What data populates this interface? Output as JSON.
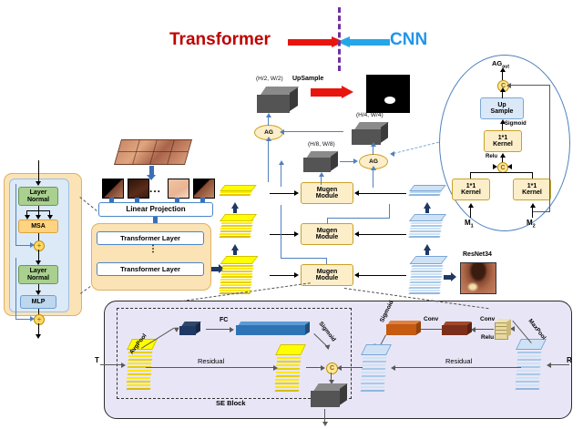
{
  "figure": {
    "title": "Transformer-CNN hybrid segmentation architecture",
    "header": {
      "transformer_label": "Transformer",
      "cnn_label": "CNN",
      "transformer_color": "#c00000",
      "cnn_color": "#2196e8",
      "divider_color": "#7030a0"
    },
    "transformer_detail": {
      "blocks": [
        {
          "label": "Layer\nNormal",
          "label_line1": "Layer",
          "label_line2": "Normal",
          "color": "#a9d08e"
        },
        {
          "label": "MSA",
          "color": "#ffd37f"
        },
        {
          "label": "Layer\nNormal",
          "label_line1": "Layer",
          "label_line2": "Normal",
          "color": "#a9d08e"
        },
        {
          "label": "MLP",
          "color": "#bdd7ee"
        }
      ],
      "residual_symbol": "+"
    },
    "encoder": {
      "linear_projection": "Linear Projection",
      "transformer_layer_1": "Transformer Layer",
      "transformer_layer_2": "Transformer Layer",
      "vertical_dots": "⋮",
      "patch_dots": "..."
    },
    "decoder": {
      "upsample_label": "UpSample",
      "dim_h2_w2": "(H/2, W/2)",
      "dim_h4_w4": "(H/4, W/4)",
      "dim_h8_w8": "(H/8, W/8)",
      "ag_label": "AG",
      "mugen_label_line1": "Mugen",
      "mugen_label_line2": "Module"
    },
    "ag_detail": {
      "output_label": "AG",
      "output_subscript": "out",
      "upsample_line1": "Up",
      "upsample_line2": "Sample",
      "sigmoid": "Sigmoid",
      "kernel_line1": "1*1",
      "kernel_line2": "Kernel",
      "relu": "Relu",
      "concat": "C",
      "input_m1": "M",
      "input_m1_sub": "1",
      "input_m2": "M",
      "input_m2_sub": "2"
    },
    "cnn_branch": {
      "backbone_label": "ResNet34"
    },
    "se_panel": {
      "input_t": "T",
      "input_r": "R",
      "se_block_label": "SE Block",
      "avgpool": "AvgPool",
      "fc": "FC",
      "sigmoid_left": "Sigmoid",
      "residual_left": "Residual",
      "sigmoid_right": "Sigmoid",
      "conv_1": "Conv",
      "conv_2": "Conv",
      "relu": "Relu",
      "maxpool": "MaxPool",
      "residual_right": "Residual",
      "concat": "C"
    },
    "colors": {
      "transformer_feature": "#ffff00",
      "cnn_feature": "#bdd7ee",
      "panel_orange": "#fbe3b6",
      "panel_blue": "#dce9f7",
      "panel_purple": "#e8e6f6",
      "accent_blue": "#4f81bd",
      "fc_blue": "#2e74b5",
      "conv_orange": "#c55a11",
      "conv_brown": "#833c0c",
      "maxpool_tan": "#e8d9a0"
    }
  }
}
